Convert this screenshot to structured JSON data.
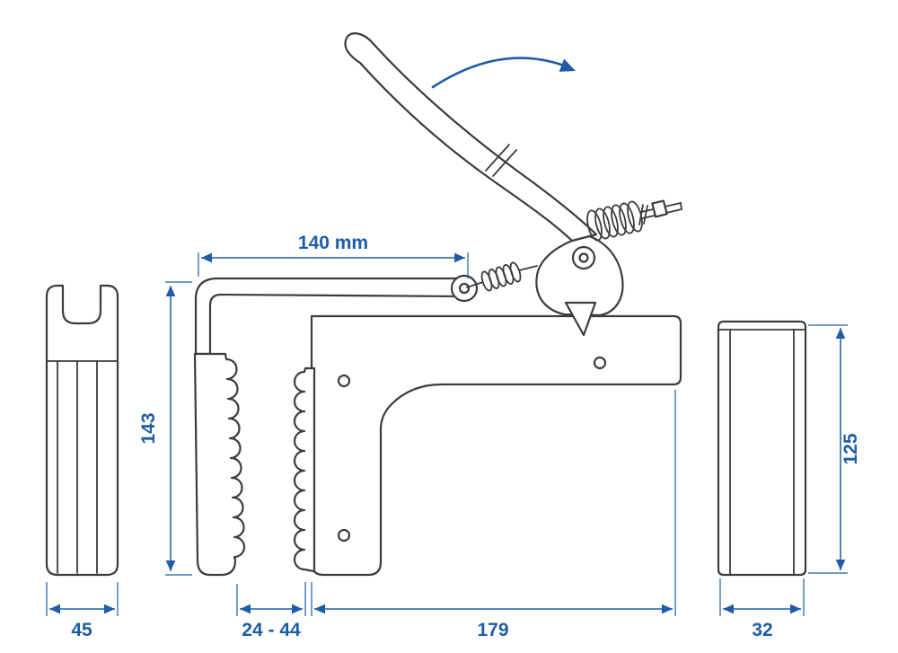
{
  "drawing": {
    "type": "technical-drawing",
    "subject": "spring clamp side view with pad front view and profile side view",
    "colors": {
      "outline": "#3c3c3c",
      "dimension": "#1d5ca6",
      "background": "#ffffff"
    }
  },
  "dimensions": {
    "arm_length": "140 mm",
    "clamp_height": "143",
    "pad_width": "45",
    "jaw_opening": "24 - 44",
    "body_length": "179",
    "profile_width": "32",
    "profile_height": "125"
  },
  "icons": {
    "rotation_arrow": "curved arrow indicating lever rotation direction"
  }
}
